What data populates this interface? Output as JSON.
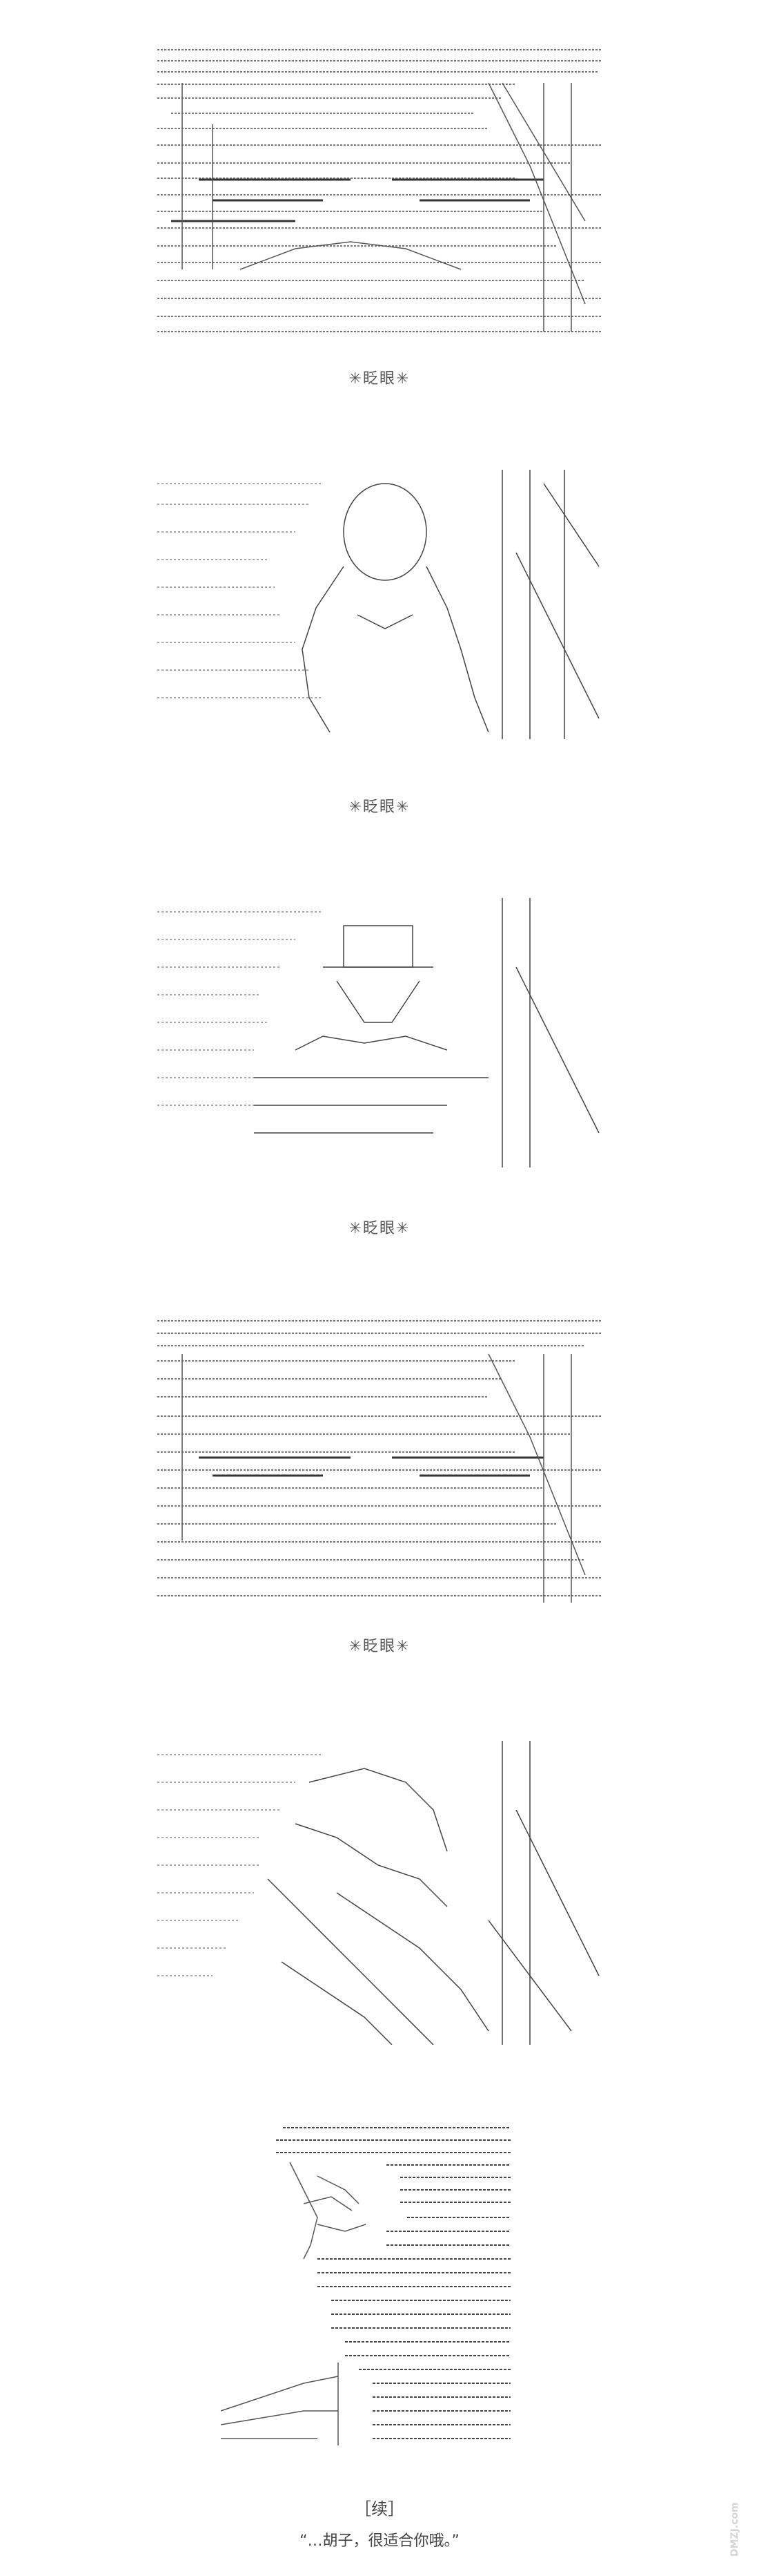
{
  "captions": {
    "c1": "✳眨眼✳",
    "c2": "✳眨眼✳",
    "c3": "✳眨眼✳",
    "c4": "✳眨眼✳"
  },
  "ending": {
    "mark": "［续］",
    "quote": "“…胡子，很适合你哦。”"
  },
  "watermark": {
    "text": "DMZJ.com",
    "color": "#888888"
  },
  "icons": {
    "panel_art": "ascii-art-scene",
    "portrait_art": "ascii-art-portrait"
  }
}
